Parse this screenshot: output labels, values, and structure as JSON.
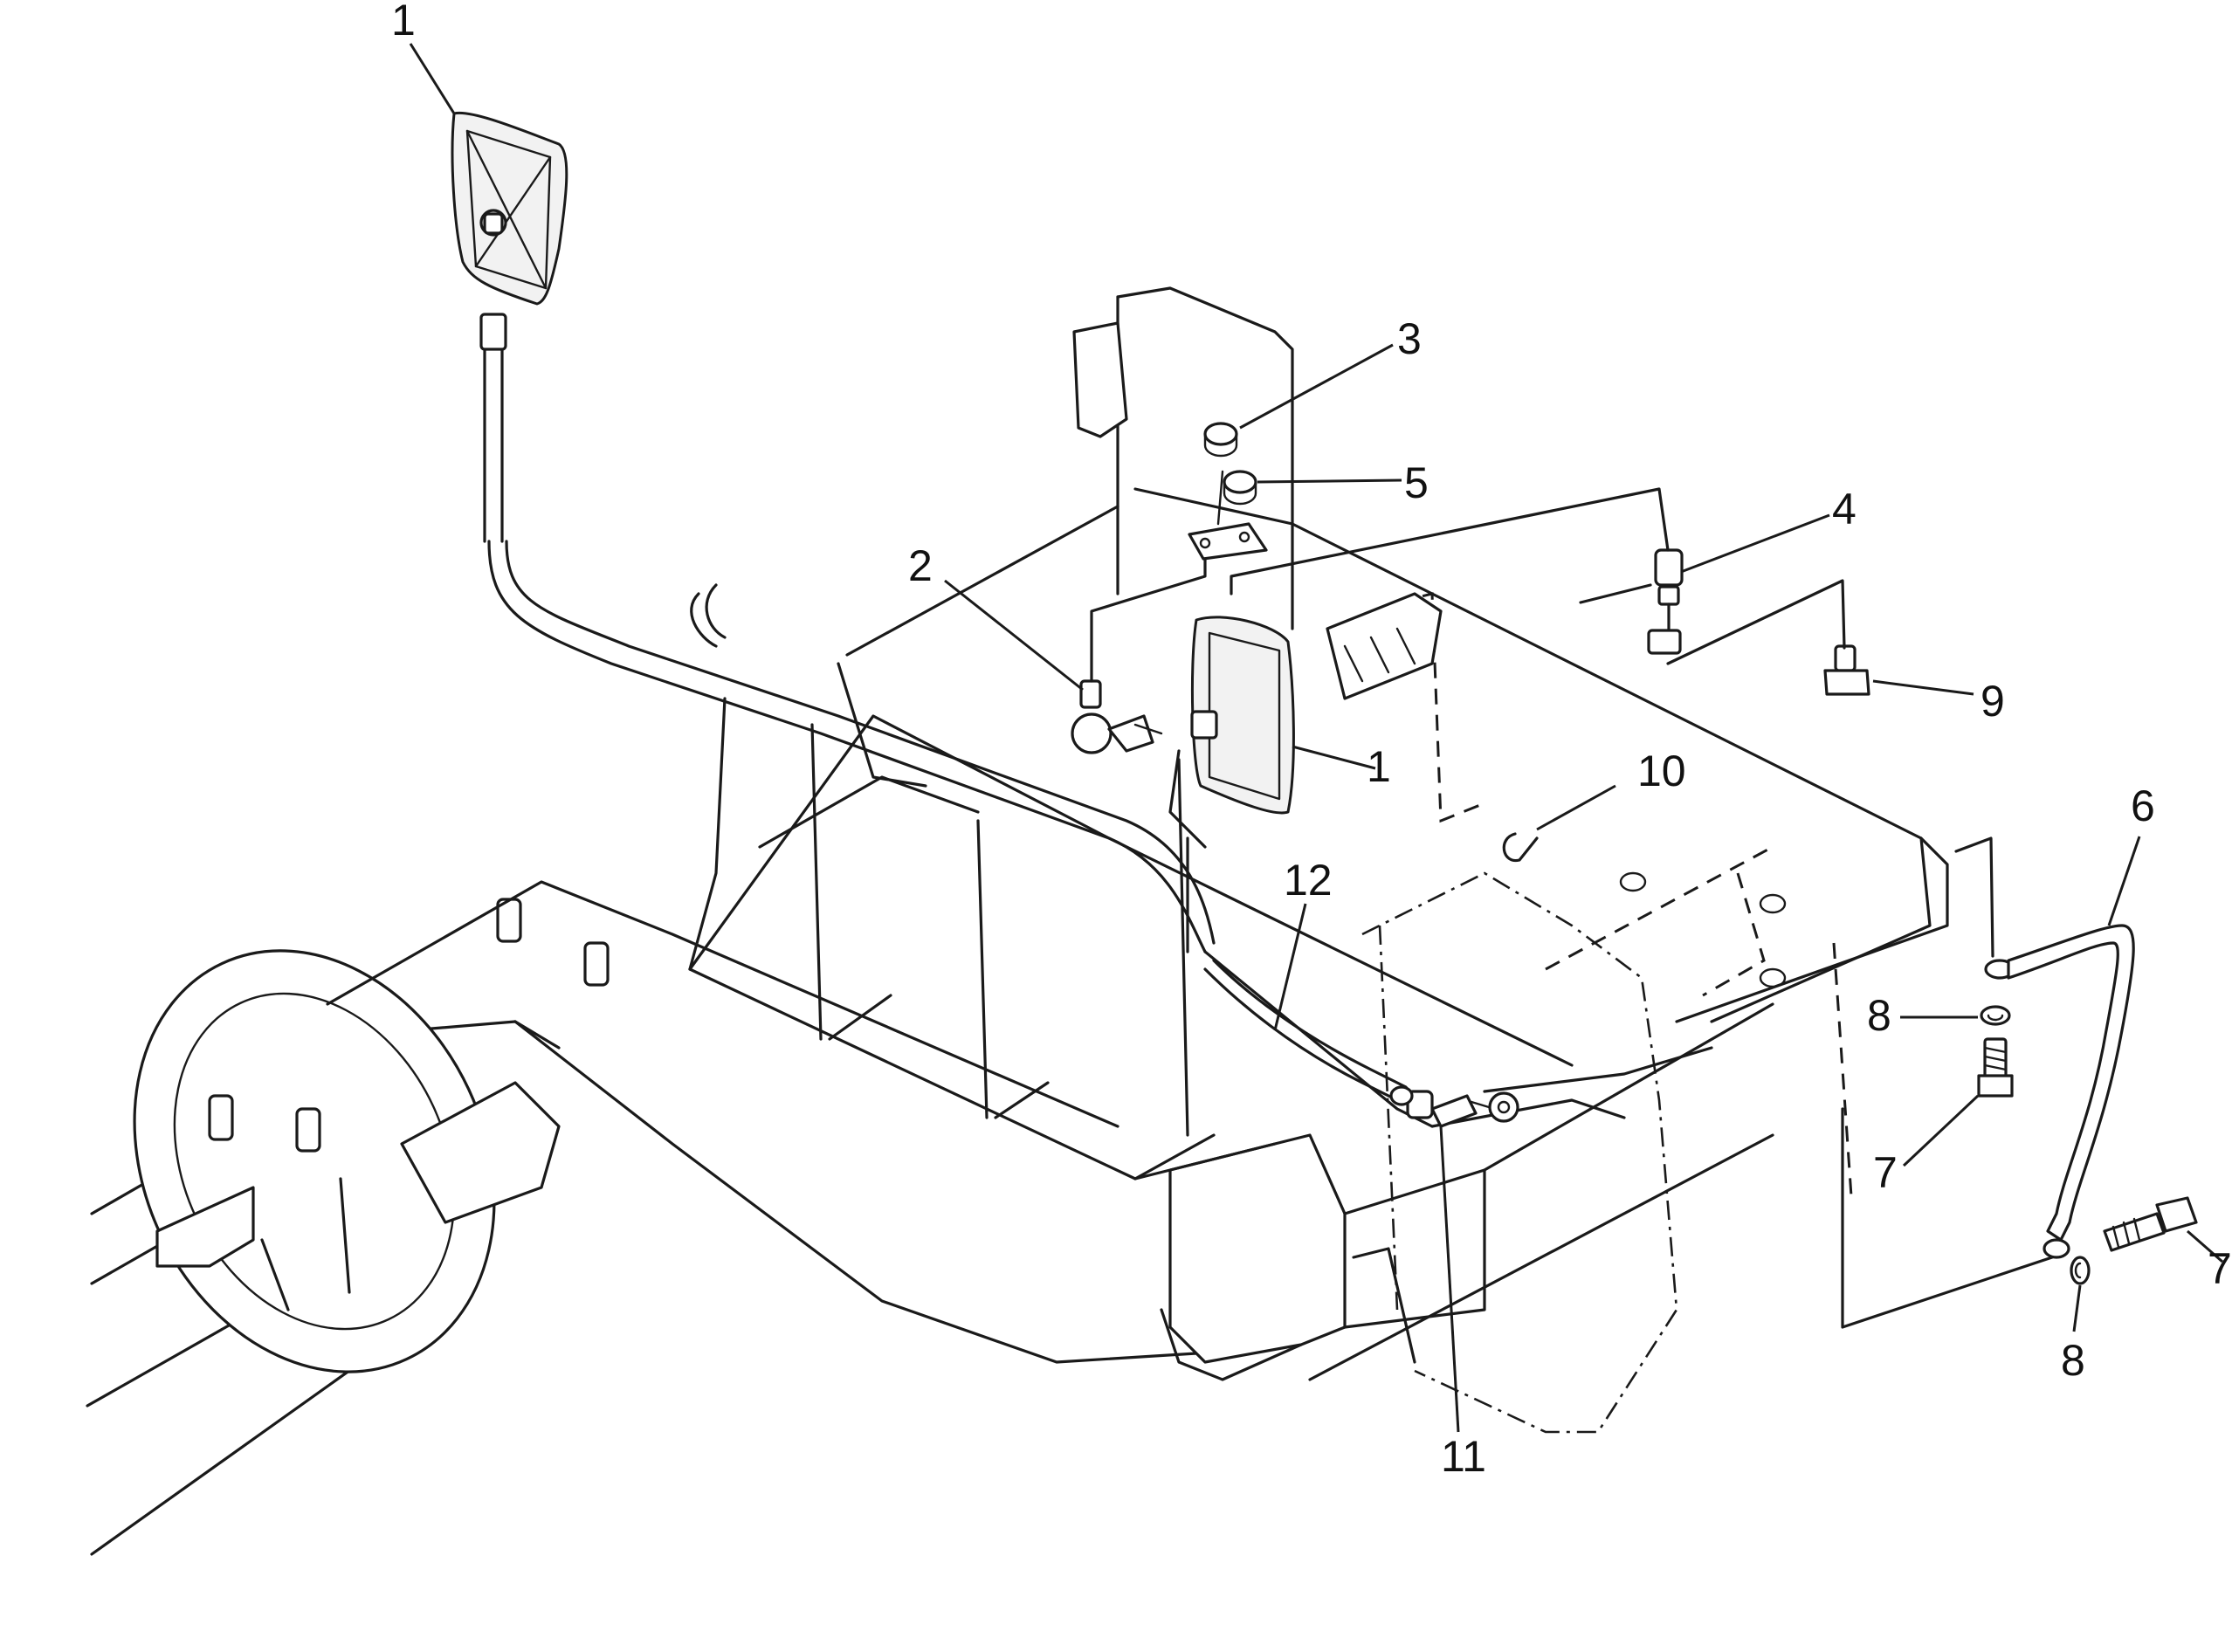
{
  "callouts": [
    {
      "id": "1a",
      "label": "1"
    },
    {
      "id": "1b",
      "label": "1"
    },
    {
      "id": "2",
      "label": "2"
    },
    {
      "id": "3",
      "label": "3"
    },
    {
      "id": "4",
      "label": "4"
    },
    {
      "id": "5",
      "label": "5"
    },
    {
      "id": "6",
      "label": "6"
    },
    {
      "id": "7a",
      "label": "7"
    },
    {
      "id": "7b",
      "label": "7"
    },
    {
      "id": "8a",
      "label": "8"
    },
    {
      "id": "8b",
      "label": "8"
    },
    {
      "id": "9",
      "label": "9"
    },
    {
      "id": "10",
      "label": "10"
    },
    {
      "id": "11",
      "label": "11"
    },
    {
      "id": "12",
      "label": "12"
    }
  ]
}
